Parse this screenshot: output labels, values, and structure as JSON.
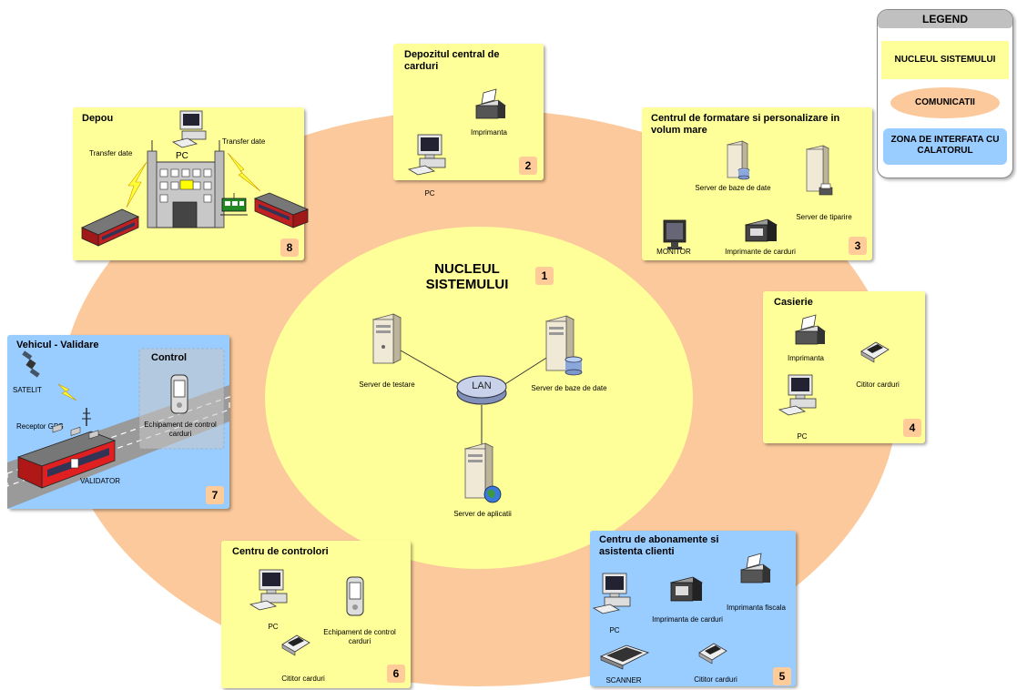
{
  "legend": {
    "title": "LEGEND",
    "core": "NUCLEUL SISTEMULUI",
    "comms": "COMUNICATII",
    "interface": "ZONA DE INTERFATA CU CALATORUL"
  },
  "core": {
    "title": "NUCLEUL SISTEMULUI",
    "number": "1",
    "lan": "LAN",
    "test_server": "Server de testare",
    "db_server": "Server de baze de date",
    "app_server": "Server de aplicatii"
  },
  "depot_storage": {
    "title": "Depozitul central de carduri",
    "printer": "Imprimanta",
    "pc": "PC",
    "number": "2"
  },
  "formatting": {
    "title": "Centrul de formatare si personalizare in volum mare",
    "db_server": "Server de baze de date",
    "print_server": "Server de tiparire",
    "monitor": "MONITOR",
    "card_printers": "Imprimante de carduri",
    "number": "3"
  },
  "cashier": {
    "title": "Casierie",
    "printer": "Imprimanta",
    "reader": "Cititor carduri",
    "pc": "PC",
    "number": "4"
  },
  "subscriptions": {
    "title": "Centru de abonamente si asistenta clienti",
    "pc": "PC",
    "card_printer": "Imprimanta de carduri",
    "fiscal_printer": "Imprimanta fiscala",
    "scanner": "SCANNER",
    "reader": "Cititor carduri",
    "number": "5"
  },
  "controllers": {
    "title": "Centru de controlori",
    "pc": "PC",
    "device": "Echipament de control carduri",
    "reader": "Cititor carduri",
    "number": "6"
  },
  "vehicle": {
    "title": "Vehicul - Validare",
    "control": "Control",
    "satellite": "SATELIT",
    "gps": "Receptor GPS",
    "validator": "VALIDATOR",
    "device": "Echipament de control carduri",
    "number": "7"
  },
  "depou": {
    "title": "Depou",
    "transfer_left": "Transfer date",
    "transfer_right": "Transfer date",
    "pc": "PC",
    "number": "8"
  },
  "colors": {
    "core_yellow": "#ffff99",
    "comms_orange": "#fbc99b",
    "interface_blue": "#99ccff",
    "badge": "#ffcc99"
  }
}
